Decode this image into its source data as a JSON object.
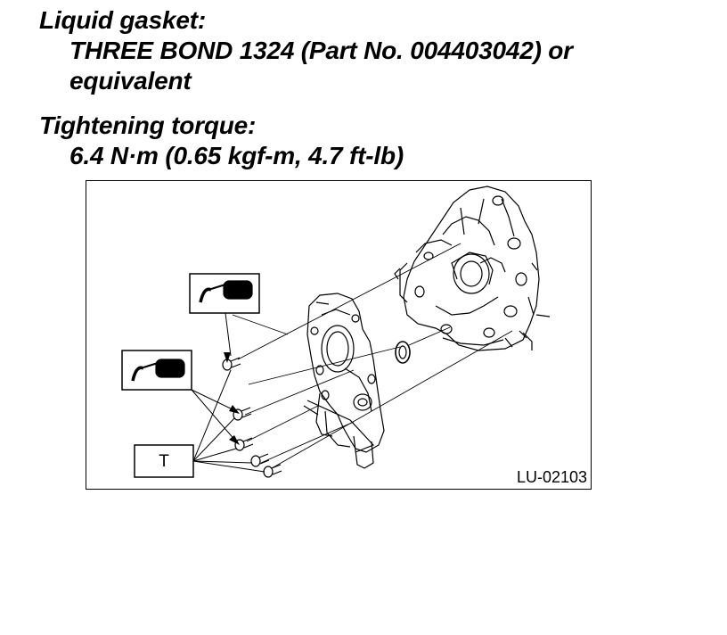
{
  "liquid_gasket": {
    "heading": "Liquid gasket:",
    "line1": "THREE BOND 1324 (Part No. 004403042) or",
    "line2": "equivalent"
  },
  "tightening_torque": {
    "heading": "Tightening torque:",
    "value": "6.4 N·m (0.65 kgf-m, 4.7 ft-lb)"
  },
  "figure": {
    "torque_label": "T",
    "code": "LU-02103"
  }
}
